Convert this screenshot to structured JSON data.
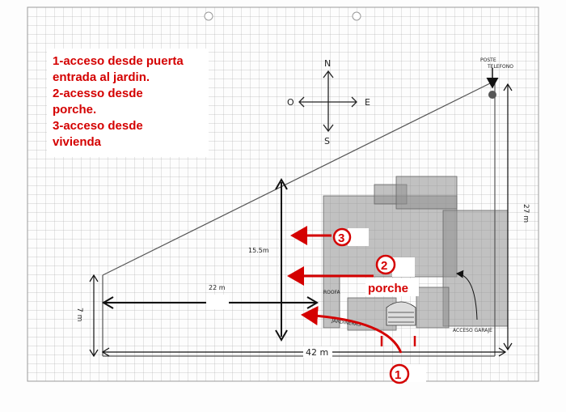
{
  "legend": {
    "line1": "1-acceso desde puerta",
    "line2": "entrada al jardin.",
    "line3": "2-acesso desde",
    "line4": "porche.",
    "line5": "3-acceso desde",
    "line6": "vivienda"
  },
  "compass": {
    "north": "N",
    "south": "S",
    "east": "E",
    "west": "O"
  },
  "labels": {
    "pole_line1": "POSTE",
    "pole_line2": "TELEFONO",
    "side_27": "27 m",
    "height_155": "15.5m",
    "width_22": "22 m",
    "left_7": "7 m",
    "bottom_42": "42 m",
    "roofed": "ROOFA",
    "jardineras": "JARDINERAS",
    "garage": "ACCESO GARAJE",
    "porch": "porche"
  },
  "markers": {
    "m1": "1",
    "m2": "2",
    "m3": "3"
  },
  "colors": {
    "accent": "#d40000",
    "pencil": "#2a2a2a",
    "grid": "#b9b9b9",
    "shade": "#8a8a8a"
  }
}
